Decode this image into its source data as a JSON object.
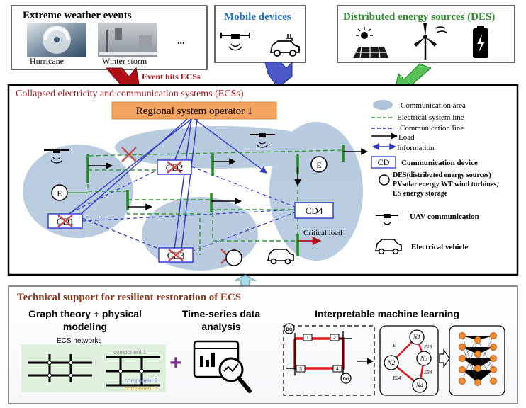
{
  "top": {
    "extreme": {
      "title": "Extreme weather events",
      "hurricane": "Hurricane",
      "winter_storm": "Winter storm",
      "more": "..."
    },
    "mobile": {
      "title": "Mobile devices"
    },
    "des": {
      "title": "Distributed energy sources (DES)"
    },
    "event_label": "Event hits ECSs"
  },
  "ecs": {
    "title": "Collapsed electricity and communication systems (ECSs)",
    "operator": "Regional system operator 1",
    "cd_labels": [
      "CD1",
      "CD2",
      "CD3",
      "CD4"
    ],
    "des_labels": [
      "E",
      "E"
    ],
    "critical_load": "Critical load"
  },
  "legend": {
    "communication_area": "Communication area",
    "electrical_line": "Electrical system line",
    "communication_line": "Communication line",
    "load": "Load",
    "information": "Information",
    "cd_box": "CD",
    "communication_device": "Communication device",
    "des_line1": "DES(distributed energy sources)",
    "des_line2": "PVsolar energy WT wind turbines,",
    "des_line3": "ES energy storage",
    "uav": "UAV communication",
    "ev": "Electrical vehicle"
  },
  "support": {
    "title": "Technical support for resilient restoration of ECS",
    "graph_title_line1": "Graph theory + physical",
    "graph_title_line2": "modeling",
    "plus": "+",
    "ts_title_line1": "Time-series data",
    "ts_title_line2": "analysis",
    "iml_title": "Interpretable machine learning",
    "ecs_networks": "ECS networks",
    "comp1": "component 1",
    "comp2": "component 2",
    "comp3": "component 3",
    "dg": "DG",
    "bus_labels": [
      "1",
      "2",
      "3",
      "4"
    ],
    "node_labels": [
      "N1",
      "N2",
      "N3",
      "N4"
    ],
    "edge_labels": [
      "E",
      "E13",
      "E34",
      "E24"
    ]
  },
  "colors": {
    "dark_red": "#a8141c",
    "blue_title": "#1f6fc2",
    "green_title": "#2e8a2e",
    "operator_fill": "#f4a460",
    "comm_area": "#adc3da",
    "elec_line": "#2e9a2e",
    "comm_line": "#2a37c9",
    "brown_title": "#8b3a1a",
    "purple": "#7a2c86",
    "orange_node": "#f28a2f",
    "red_line": "#e0191a"
  }
}
